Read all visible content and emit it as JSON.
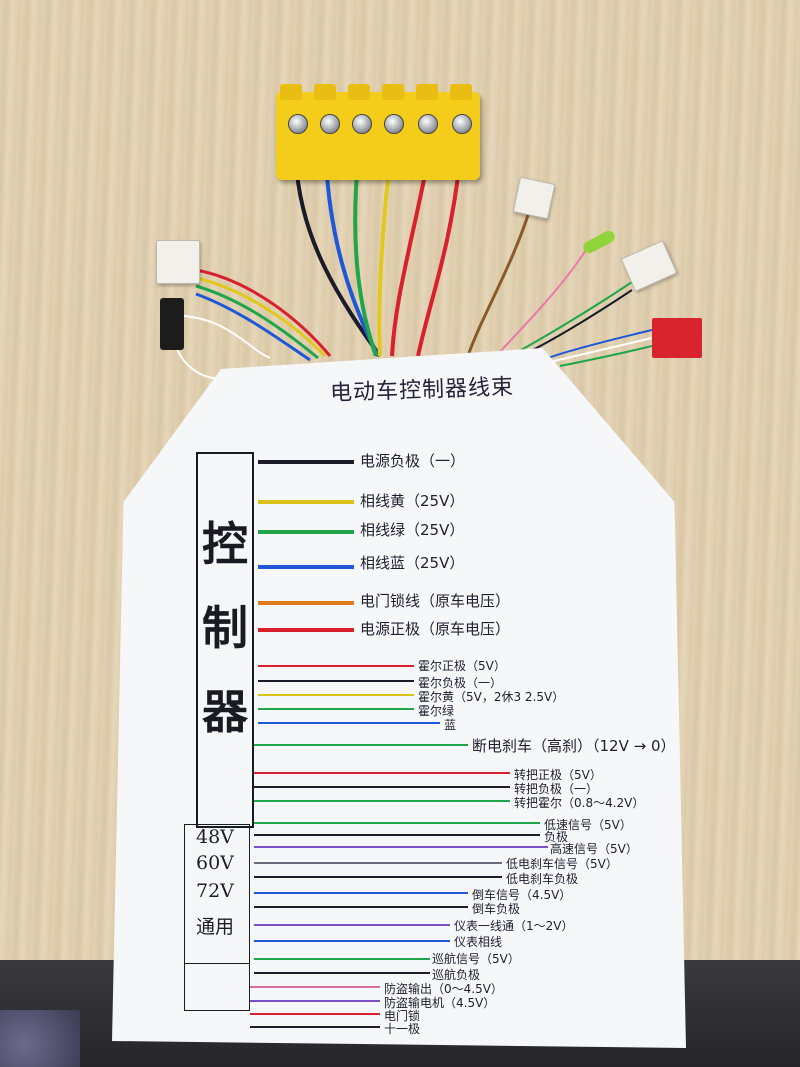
{
  "title": "电动车控制器线束",
  "controller_text": [
    "控",
    "制",
    "器"
  ],
  "voltages": [
    "48V",
    "60V",
    "72V",
    "通用"
  ],
  "wire_labels": [
    "电源负极（一）",
    "相线黄（25V）",
    "相线绿（25V）",
    "相线蓝（25V）",
    "电门锁线（原车电压）",
    "电源正极（原车电压）",
    "霍尔正极（5V）",
    "霍尔负极（一）",
    "霍尔黄（5V，2休3 2.5V）",
    "霍尔绿",
    "蓝",
    "断电刹车（高刹）（12V → 0）",
    "转把正极（5V）",
    "转把负极（一）",
    "转把霍尔（0.8～4.2V）",
    "低速信号（5V）",
    "负极",
    "高速信号（5V）",
    "低电刹车信号（5V）",
    "低电刹车负极",
    "倒车信号（4.5V）",
    "倒车负极",
    "仪表一线通（1～2V）",
    "仪表相线",
    "巡航信号（5V）",
    "巡航负极",
    "防盗输出（0～4.5V）",
    "防盗输电机（4.5V）",
    "电门锁",
    "十一极"
  ],
  "colors": {
    "black": "#1b1b2a",
    "yellow": "#d9c21a",
    "green": "#20a64a",
    "blue": "#1e58d8",
    "orange": "#e07a1c",
    "red": "#d8202e",
    "pink": "#d86aa0",
    "purple": "#7a4fc4",
    "gray": "#6b6b80",
    "brown": "#8b5a2b"
  },
  "icons": {
    "terminal": "terminal-block-icon",
    "connector": "connector-icon",
    "led": "led-icon"
  }
}
